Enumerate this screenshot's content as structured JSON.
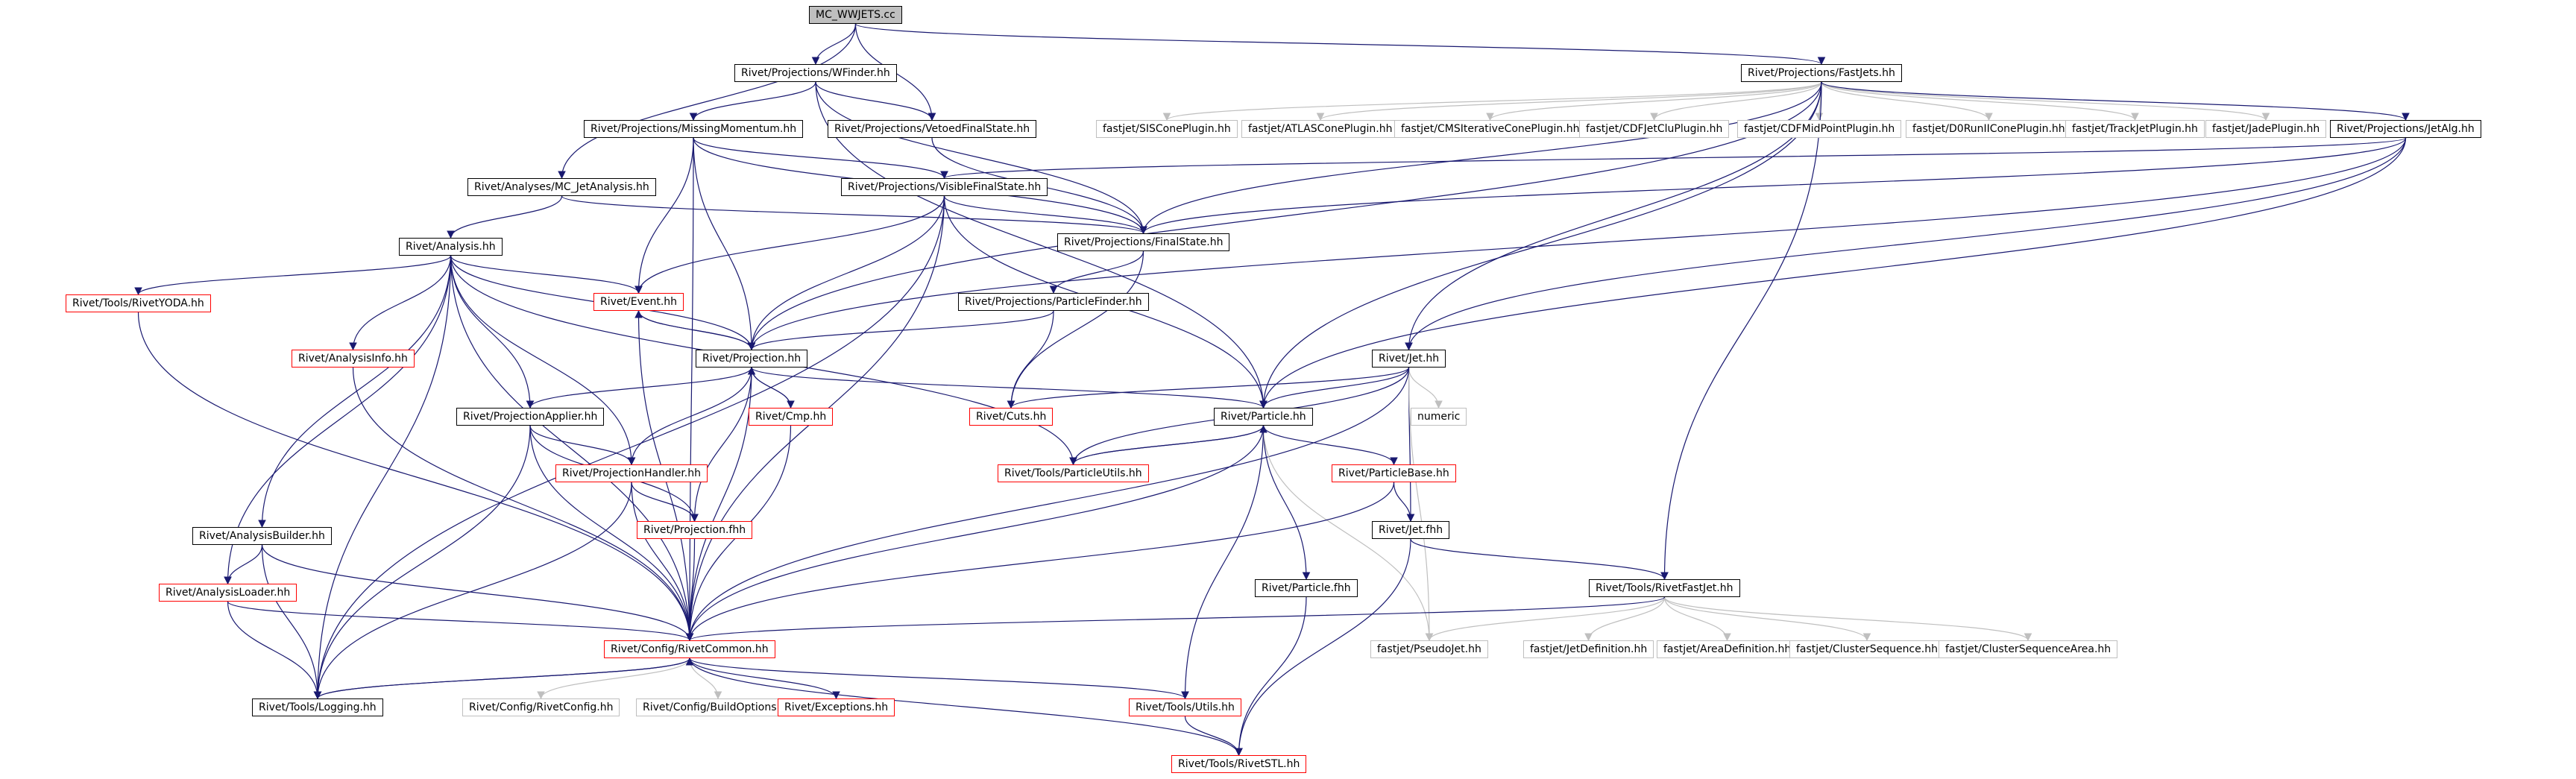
{
  "nodes": {
    "root": "MC_WWJETS.cc",
    "wfinder": "Rivet/Projections/WFinder.hh",
    "fastjets": "Rivet/Projections/FastJets.hh",
    "missingmomentum": "Rivet/Projections/MissingMomentum.hh",
    "vetoedfinalstate": "Rivet/Projections/VetoedFinalState.hh",
    "siscone": "fastjet/SISConePlugin.hh",
    "atlascone": "fastjet/ATLASConePlugin.hh",
    "cmsiterative": "fastjet/CMSIterativeConePlugin.hh",
    "cdfjetclu": "fastjet/CDFJetCluPlugin.hh",
    "cdfmidpoint": "fastjet/CDFMidPointPlugin.hh",
    "d0run": "fastjet/D0RunIIConePlugin.hh",
    "trackjet": "fastjet/TrackJetPlugin.hh",
    "jade": "fastjet/JadePlugin.hh",
    "jetalg": "Rivet/Projections/JetAlg.hh",
    "mcjetanalysis": "Rivet/Analyses/MC_JetAnalysis.hh",
    "visiblefinalstate": "Rivet/Projections/VisibleFinalState.hh",
    "analysis": "Rivet/Analysis.hh",
    "finalstate": "Rivet/Projections/FinalState.hh",
    "rivetyoda": "Rivet/Tools/RivetYODA.hh",
    "event": "Rivet/Event.hh",
    "particlefinder": "Rivet/Projections/ParticleFinder.hh",
    "analysisinfo": "Rivet/AnalysisInfo.hh",
    "projection": "Rivet/Projection.hh",
    "jet": "Rivet/Jet.hh",
    "projectionapplier": "Rivet/ProjectionApplier.hh",
    "cmp": "Rivet/Cmp.hh",
    "cuts": "Rivet/Cuts.hh",
    "particle": "Rivet/Particle.hh",
    "numeric": "numeric",
    "projectionhandler": "Rivet/ProjectionHandler.hh",
    "particleutils": "Rivet/Tools/ParticleUtils.hh",
    "particlebase": "Rivet/ParticleBase.hh",
    "projectionfhh": "Rivet/Projection.fhh",
    "jetfhh": "Rivet/Jet.fhh",
    "analysisbuilder": "Rivet/AnalysisBuilder.hh",
    "particlefhh": "Rivet/Particle.fhh",
    "rivetfastjet": "Rivet/Tools/RivetFastJet.hh",
    "analysisloader": "Rivet/AnalysisLoader.hh",
    "rivetcommon": "Rivet/Config/RivetCommon.hh",
    "pseudojet": "fastjet/PseudoJet.hh",
    "jetdefinition": "fastjet/JetDefinition.hh",
    "areadefinition": "fastjet/AreaDefinition.hh",
    "clustersequence": "fastjet/ClusterSequence.hh",
    "clustersequencearea": "fastjet/ClusterSequenceArea.hh",
    "logging": "Rivet/Tools/Logging.hh",
    "rivetconfig": "Rivet/Config/RivetConfig.hh",
    "buildoptions": "Rivet/Config/BuildOptions.hh",
    "exceptions": "Rivet/Exceptions.hh",
    "utils": "Rivet/Tools/Utils.hh",
    "rivetstl": "Rivet/Tools/RivetSTL.hh"
  },
  "colors": {
    "edge": "#191970",
    "edge_gray": "#bfbfbf",
    "root_fill": "#bfbfbf",
    "red_border": "#ff0000",
    "gray_border": "#bfbfbf"
  }
}
